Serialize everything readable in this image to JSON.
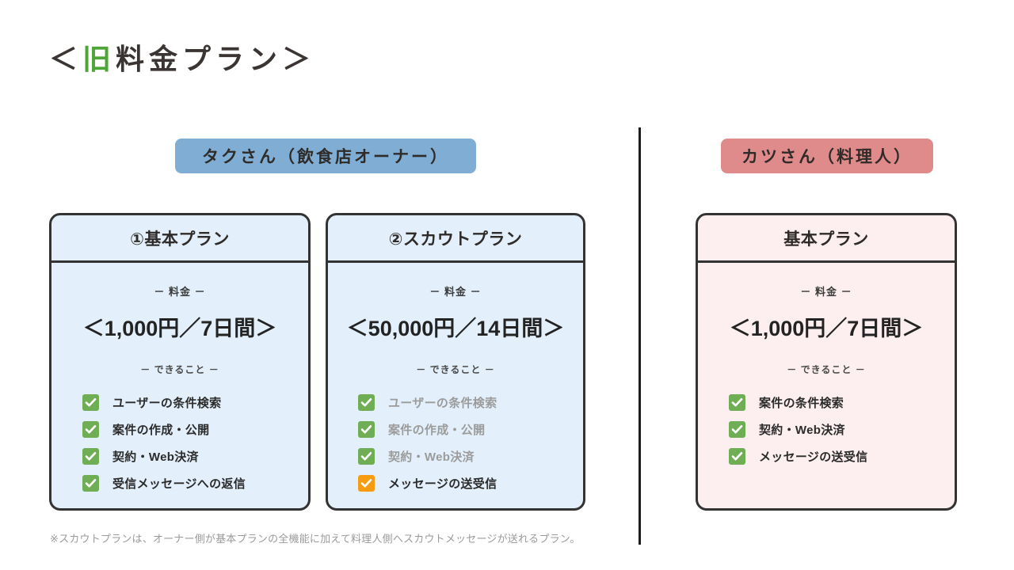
{
  "title": {
    "prefix": "＜",
    "highlight": "旧",
    "rest": "料金プラン＞"
  },
  "colors": {
    "title_highlight": "#4ca534",
    "badge_owner_bg": "#7fadd4",
    "badge_cook_bg": "#e08b8b",
    "card_blue_bg": "#e3f0fb",
    "card_pink_bg": "#fdeff0",
    "card_border": "#333333",
    "check_green": "#6fae54",
    "check_orange": "#f79b11",
    "muted_text": "#9b9b9b",
    "divider": "#1d1d1d"
  },
  "badges": {
    "owner": "タクさん（飲食店オーナー）",
    "cook": "カツさん（料理人）"
  },
  "labels": {
    "price_heading": "－ 料金 －",
    "features_heading": "－ できること －"
  },
  "cards": [
    {
      "title": "①基本プラン",
      "price": "＜1,000円／7日間＞",
      "features": [
        {
          "label": "ユーザーの条件検索",
          "check": "green",
          "muted": false
        },
        {
          "label": "案件の作成・公開",
          "check": "green",
          "muted": false
        },
        {
          "label": "契約・Web決済",
          "check": "green",
          "muted": false
        },
        {
          "label": "受信メッセージへの返信",
          "check": "green",
          "muted": false
        }
      ]
    },
    {
      "title": "②スカウトプラン",
      "price": "＜50,000円／14日間＞",
      "features": [
        {
          "label": "ユーザーの条件検索",
          "check": "green",
          "muted": true
        },
        {
          "label": "案件の作成・公開",
          "check": "green",
          "muted": true
        },
        {
          "label": "契約・Web決済",
          "check": "green",
          "muted": true
        },
        {
          "label": "メッセージの送受信",
          "check": "orange",
          "muted": false
        }
      ]
    },
    {
      "title": "基本プラン",
      "price": "＜1,000円／7日間＞",
      "features": [
        {
          "label": "案件の条件検索",
          "check": "green",
          "muted": false
        },
        {
          "label": "契約・Web決済",
          "check": "green",
          "muted": false
        },
        {
          "label": "メッセージの送受信",
          "check": "green",
          "muted": false
        }
      ]
    }
  ],
  "footnote": "※スカウトプランは、オーナー側が基本プランの全機能に加えて料理人側へスカウトメッセージが送れるプラン。"
}
